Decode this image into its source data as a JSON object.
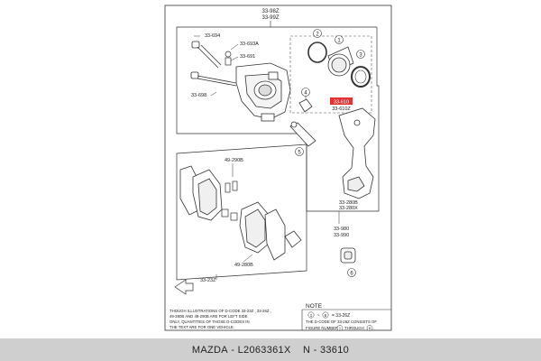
{
  "diagram": {
    "top_codes": [
      "33-98Z",
      "33-99Z"
    ],
    "callouts": [
      {
        "id": "c-33694",
        "text": "33-694"
      },
      {
        "id": "c-33693a",
        "text": "33-693A"
      },
      {
        "id": "c-33691",
        "text": "33-691"
      },
      {
        "id": "c-33698",
        "text": "33-698"
      },
      {
        "id": "c-49290b",
        "text": "49-290B"
      },
      {
        "id": "c-33280b",
        "text": "33-280B"
      },
      {
        "id": "c-33280x",
        "text": "33-280X"
      },
      {
        "id": "c-33980",
        "text": "33-980"
      },
      {
        "id": "c-33990",
        "text": "33-990"
      },
      {
        "id": "c-33232",
        "text": "33-23Z"
      },
      {
        "id": "c-49280b",
        "text": "49-280B"
      }
    ],
    "highlight_code": "33-610",
    "second_code": "33-610Z",
    "circled_numbers": [
      "1",
      "2",
      "3",
      "4",
      "5",
      "6"
    ],
    "footnote_lines": [
      "THOUGH ILLUSTRATIONS OF D-CODE  33-23Z , 33-26Z ,",
      "49-280B AND  49-290B ARE FOR LEFT SIDE",
      "ONLY, QUANTITIES OF THOSE D-CODES IN",
      "THE TEXT ARE FOR ONE VEHICLE."
    ],
    "note": {
      "title": "NOTE",
      "line1_left": "1",
      "line1_mid": "~",
      "line1_right": "6",
      "line1_tail": "= 33-26Z",
      "line2": "THE D-CODE OF  33-26Z  CONSISTS OF",
      "line3_head": "FIGURE NUMBERS",
      "line3_a": "1",
      "line3_mid": "THROUGH",
      "line3_b": "6",
      "line3_tail": "."
    }
  },
  "footer": {
    "brand": "MAZDA",
    "part_number": "L2063361X",
    "n_label": "N",
    "n_value": "33610"
  },
  "colors": {
    "highlight": "#e23232",
    "line": "#333333",
    "bar": "#cfcfcf"
  }
}
